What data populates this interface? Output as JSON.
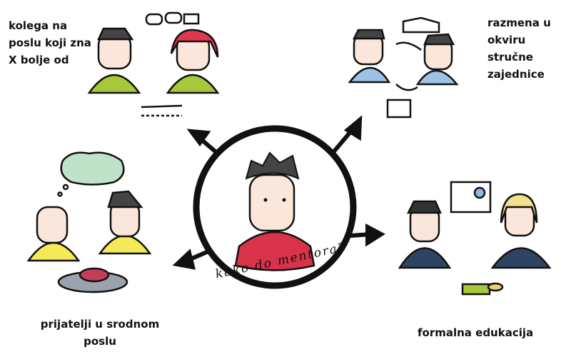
{
  "labels": {
    "colleague": "kolega na poslu koji zna X bolje od",
    "community": "razmena u okviru stručne zajednice",
    "friends": "prijatelji u srodnom poslu",
    "education": "formalna edukacija"
  },
  "caption": "kako do mentora?",
  "colors": {
    "outline": "#111111",
    "shirt_center": "#d8334a",
    "green": "#a7c83a",
    "blue": "#9cc3e6",
    "yellow": "#f4ea58",
    "navy": "#2f4463",
    "red_hair": "#e0374e",
    "skin": "#fbe6dc"
  }
}
